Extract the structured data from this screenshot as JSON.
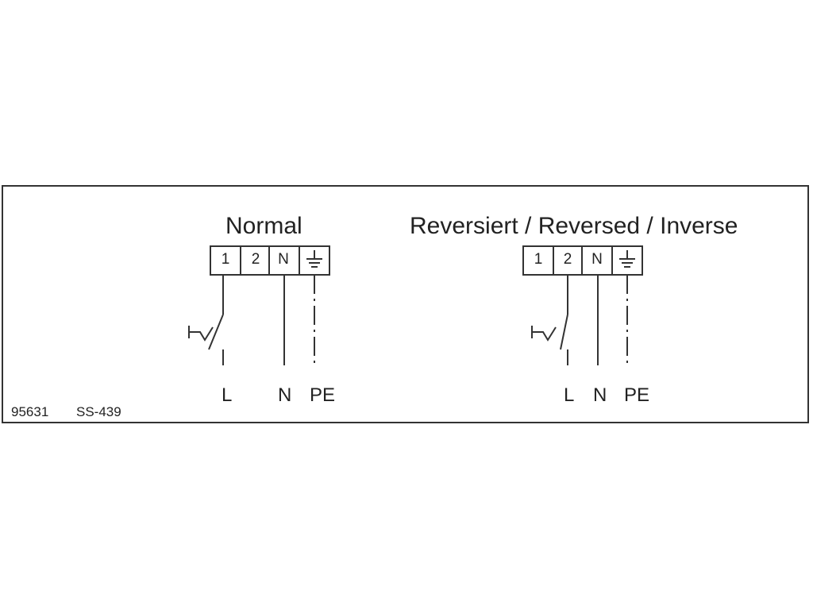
{
  "diagram": {
    "panels": [
      {
        "title": "Normal",
        "terminals": [
          "1",
          "2",
          "N",
          "PE-ground-symbol"
        ],
        "terminal_text": [
          "1",
          "2",
          "N"
        ],
        "wires": [
          "L",
          "N",
          "PE"
        ]
      },
      {
        "title": "Reversiert / Reversed / Inverse",
        "terminals": [
          "1",
          "2",
          "N",
          "PE-ground-symbol"
        ],
        "terminal_text": [
          "1",
          "2",
          "N"
        ],
        "wires": [
          "L",
          "N",
          "PE"
        ]
      }
    ],
    "footer": {
      "id": "95631",
      "ref": "SS-439"
    },
    "icons": [
      "switch-icon",
      "ground-icon"
    ],
    "colors": {
      "line": "#333333",
      "text": "#222222",
      "background": "#ffffff"
    }
  }
}
